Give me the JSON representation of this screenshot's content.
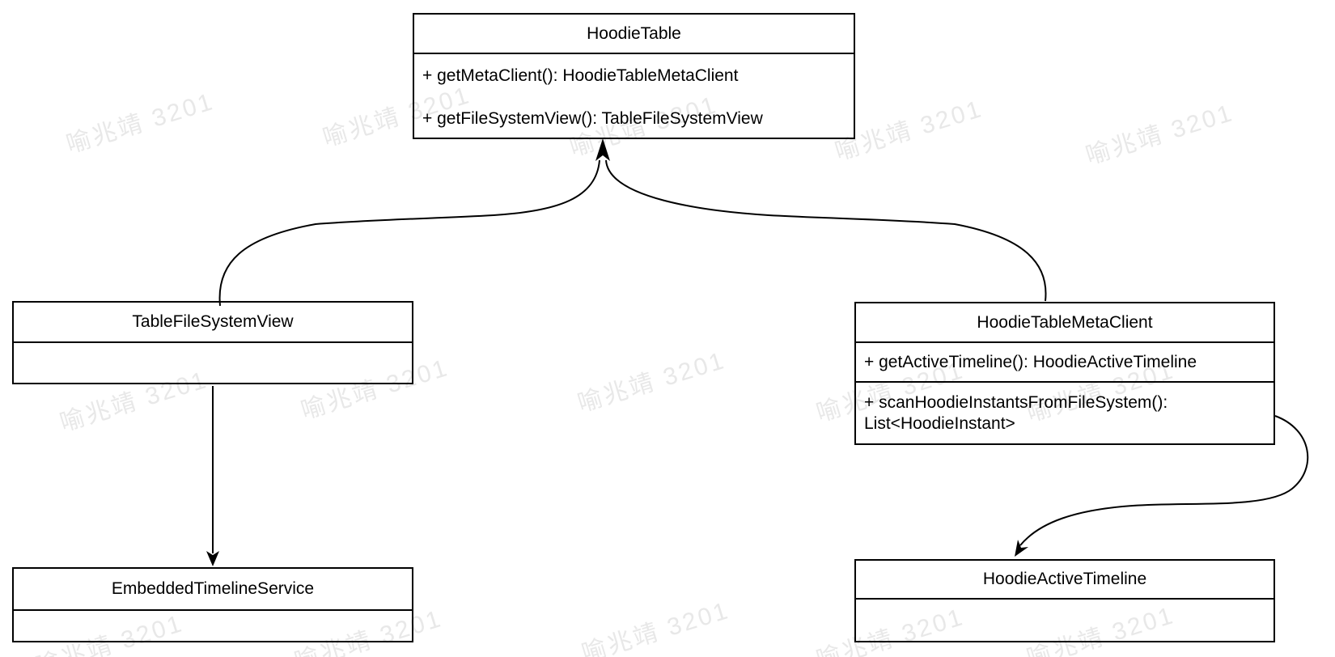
{
  "diagram_type": "uml-class-diagram",
  "watermark": {
    "text": "喻兆靖 3201",
    "color": "#e8e8e8"
  },
  "colors": {
    "background": "#ffffff",
    "stroke": "#000000",
    "text": "#000000"
  },
  "classes": {
    "hoodie_table": {
      "name": "HoodieTable",
      "methods": [
        "+ getMetaClient(): HoodieTableMetaClient",
        "+ getFileSystemView(): TableFileSystemView"
      ]
    },
    "table_file_system_view": {
      "name": "TableFileSystemView",
      "methods": []
    },
    "hoodie_table_meta_client": {
      "name": "HoodieTableMetaClient",
      "methods": [
        "+ getActiveTimeline(): HoodieActiveTimeline",
        "+ scanHoodieInstantsFromFileSystem(): List<HoodieInstant>"
      ]
    },
    "embedded_timeline_service": {
      "name": "EmbeddedTimelineService",
      "methods": []
    },
    "hoodie_active_timeline": {
      "name": "HoodieActiveTimeline",
      "methods": []
    }
  },
  "relations": [
    {
      "from": "TableFileSystemView",
      "to": "HoodieTable",
      "style": "curved",
      "arrow": "open-at-HoodieTable"
    },
    {
      "from": "HoodieTableMetaClient",
      "to": "HoodieTable",
      "style": "curved",
      "arrow": "open-at-HoodieTable"
    },
    {
      "from": "TableFileSystemView",
      "to": "EmbeddedTimelineService",
      "style": "straight",
      "arrow": "open-at-EmbeddedTimelineService"
    },
    {
      "from": "HoodieTableMetaClient",
      "to": "HoodieActiveTimeline",
      "style": "curved",
      "arrow": "open-at-HoodieActiveTimeline"
    }
  ]
}
